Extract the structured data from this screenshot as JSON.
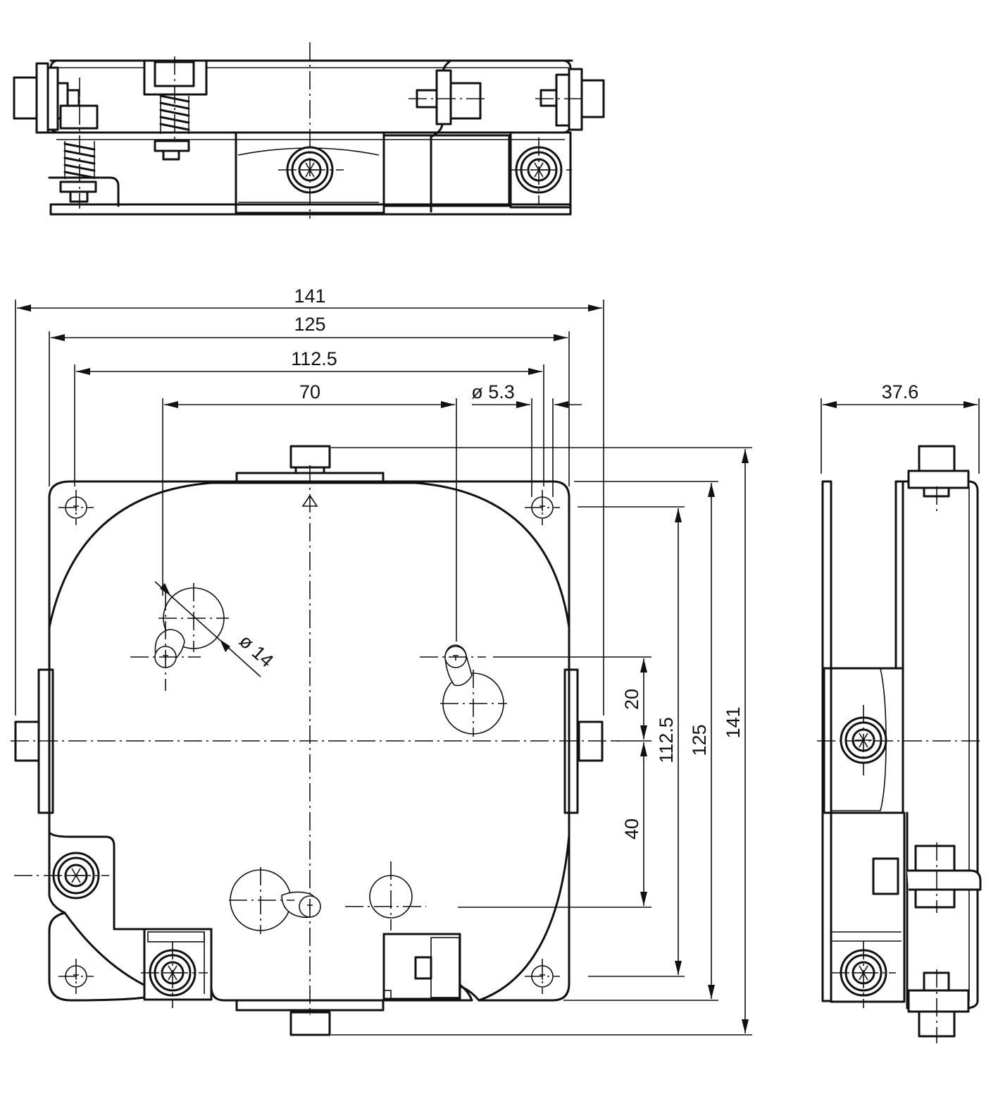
{
  "dimensions": {
    "overall_width": "141",
    "frame_width": "125",
    "hole_spacing_width": "112.5",
    "boss_spacing": "70",
    "mounting_hole_diameter": "ø 5.3",
    "boss_diameter": "ø 14",
    "depth": "37.6",
    "upper_offset": "20",
    "lower_offset": "40",
    "hole_spacing_height": "112.5",
    "frame_height": "125",
    "overall_height": "141"
  },
  "views": [
    "top-view",
    "front-view",
    "side-view"
  ]
}
